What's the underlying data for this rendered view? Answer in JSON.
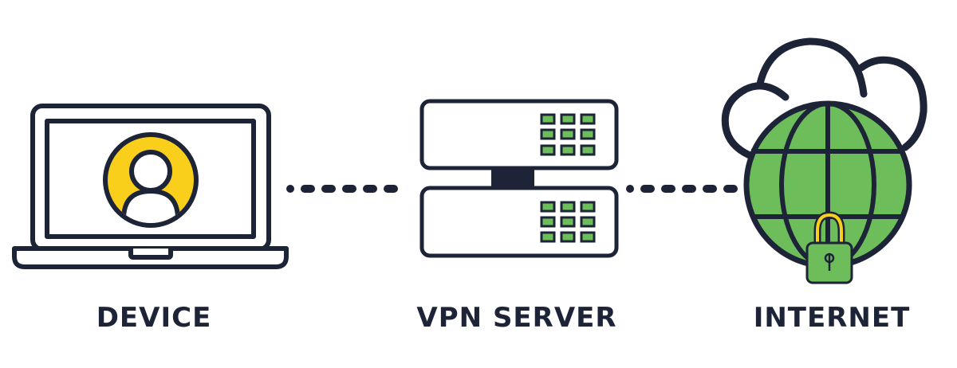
{
  "colors": {
    "ink": "#1e2438",
    "green": "#6dbd5b",
    "yellow": "#f9cf1b",
    "white": "#ffffff"
  },
  "nodes": [
    {
      "id": "device",
      "label": "DEVICE",
      "icon": "laptop-user-icon"
    },
    {
      "id": "vpn",
      "label": "VPN SERVER",
      "icon": "server-icon"
    },
    {
      "id": "internet",
      "label": "INTERNET",
      "icon": "globe-lock-cloud-icon"
    }
  ],
  "connectors": [
    {
      "from": "device",
      "to": "vpn",
      "style": "dotted"
    },
    {
      "from": "vpn",
      "to": "internet",
      "style": "dotted"
    }
  ]
}
